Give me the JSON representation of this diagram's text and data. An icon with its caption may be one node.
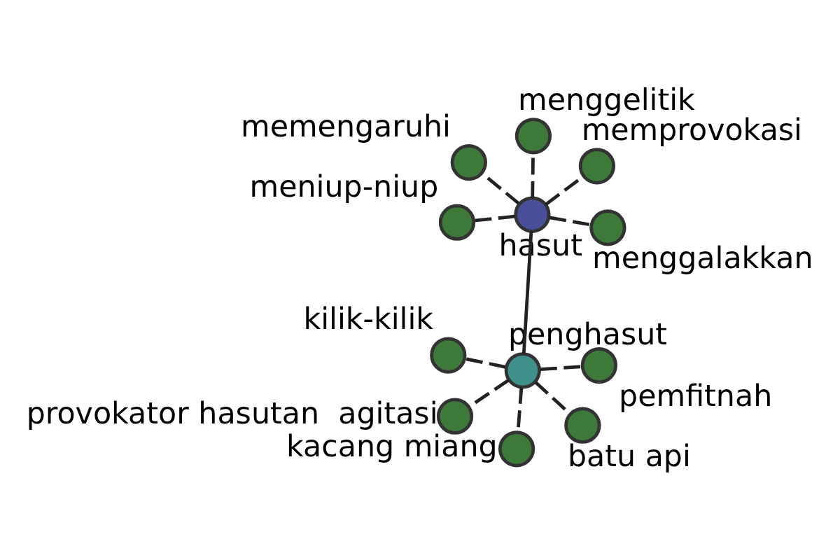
{
  "diagram": {
    "nodes": [
      {
        "text": [
          "hasut"
        ]
      },
      {
        "text": [
          "menggalakkan"
        ]
      },
      {
        "text": [
          "meniup-niup"
        ]
      },
      {
        "text": [
          "memengaruhi"
        ]
      },
      {
        "text": [
          "memprovokasi"
        ]
      },
      {
        "text": [
          "menggelitik"
        ]
      },
      {
        "text": [
          "penghasut"
        ]
      },
      {
        "text": [
          "pemfitnah"
        ]
      },
      {
        "text": [
          "kilik-kilik"
        ]
      },
      {
        "text": [
          "kacang miang"
        ]
      },
      {
        "text": [
          "batu api"
        ]
      },
      {
        "text": [
          "provokator hasutan  agitasi"
        ]
      }
    ],
    "edges": [
      {
        "from": 0,
        "to": 1,
        "arrow": "none",
        "style": "dashed"
      },
      {
        "from": 0,
        "to": 2,
        "arrow": "none",
        "style": "dashed"
      },
      {
        "from": 0,
        "to": 3,
        "arrow": "none",
        "style": "dashed"
      },
      {
        "from": 0,
        "to": 4,
        "arrow": "none",
        "style": "dashed"
      },
      {
        "from": 0,
        "to": 5,
        "arrow": "none",
        "style": "dashed"
      },
      {
        "from": 0,
        "to": 6,
        "arrow": "none"
      },
      {
        "from": 6,
        "to": 7,
        "arrow": "none",
        "style": "dashed"
      },
      {
        "from": 6,
        "to": 8,
        "arrow": "none",
        "style": "dashed"
      },
      {
        "from": 6,
        "to": 9,
        "arrow": "none",
        "style": "dashed"
      },
      {
        "from": 6,
        "to": 10,
        "arrow": "none",
        "style": "dashed"
      },
      {
        "from": 6,
        "to": 11,
        "arrow": "none",
        "style": "dashed"
      }
    ]
  }
}
